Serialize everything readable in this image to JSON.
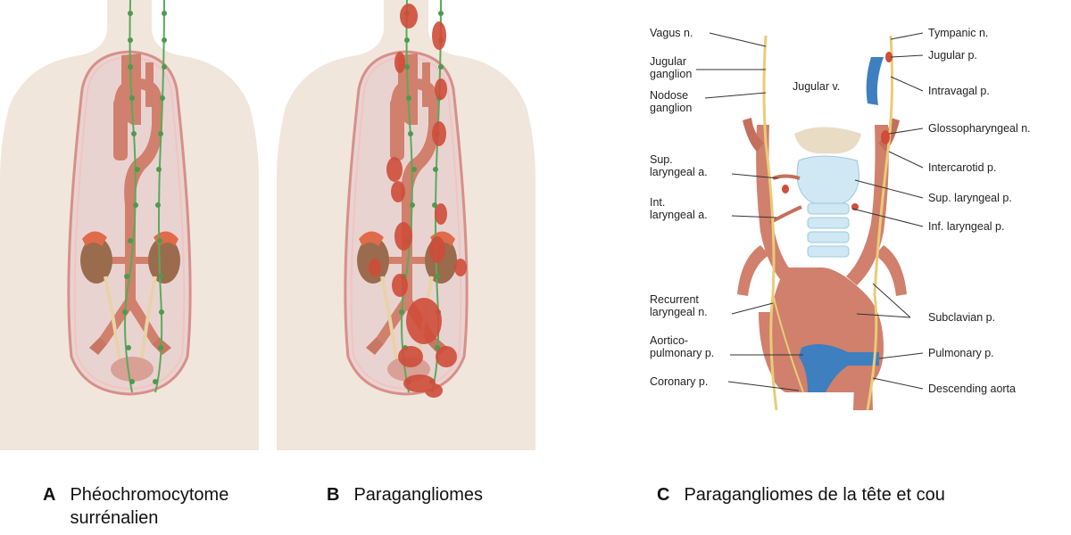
{
  "colors": {
    "skin": "#f1e6dc",
    "cavity": "#e9d3d1",
    "cavity_border": "#d88f8a",
    "artery": "#d0806c",
    "artery_dark": "#b9604c",
    "tumor": "#cf4d3a",
    "nerve_dot": "#5aaa5a",
    "vein": "#3e7fbf",
    "kidney": "#9b6b4d",
    "nerve_yellow": "#e9cc77",
    "cartilage": "#cfe8f4",
    "bone": "#e8dcc5"
  },
  "icons": [
    "torso-illustration",
    "torso-illustration",
    "neck-anatomy-illustration"
  ],
  "labels_left": [
    "Vagus n.",
    "Jugular\nganglion",
    "Nodose\nganglion",
    "Sup.\nlaryngeal a.",
    "Int.\nlaryngeal a.",
    "Recurrent\nlaryngeal n.",
    "Aortico-\npulmonary p.",
    "Coronary p."
  ],
  "labels_right": [
    "Tympanic n.",
    "Jugular p.",
    "Intravagal p.",
    "Glossopharyngeal n.",
    "Intercarotid p.",
    "Sup. laryngeal p.",
    "Inf. laryngeal p.",
    "Subclavian p.",
    "Pulmonary p.",
    "Descending aorta"
  ],
  "label_inner": "Jugular v.",
  "captions": [
    {
      "letter": "A",
      "text": "Phéochromocytome\nsurrénalien"
    },
    {
      "letter": "B",
      "text": "Paragangliomes"
    },
    {
      "letter": "C",
      "text": "Paragangliomes de la tête et cou"
    }
  ]
}
